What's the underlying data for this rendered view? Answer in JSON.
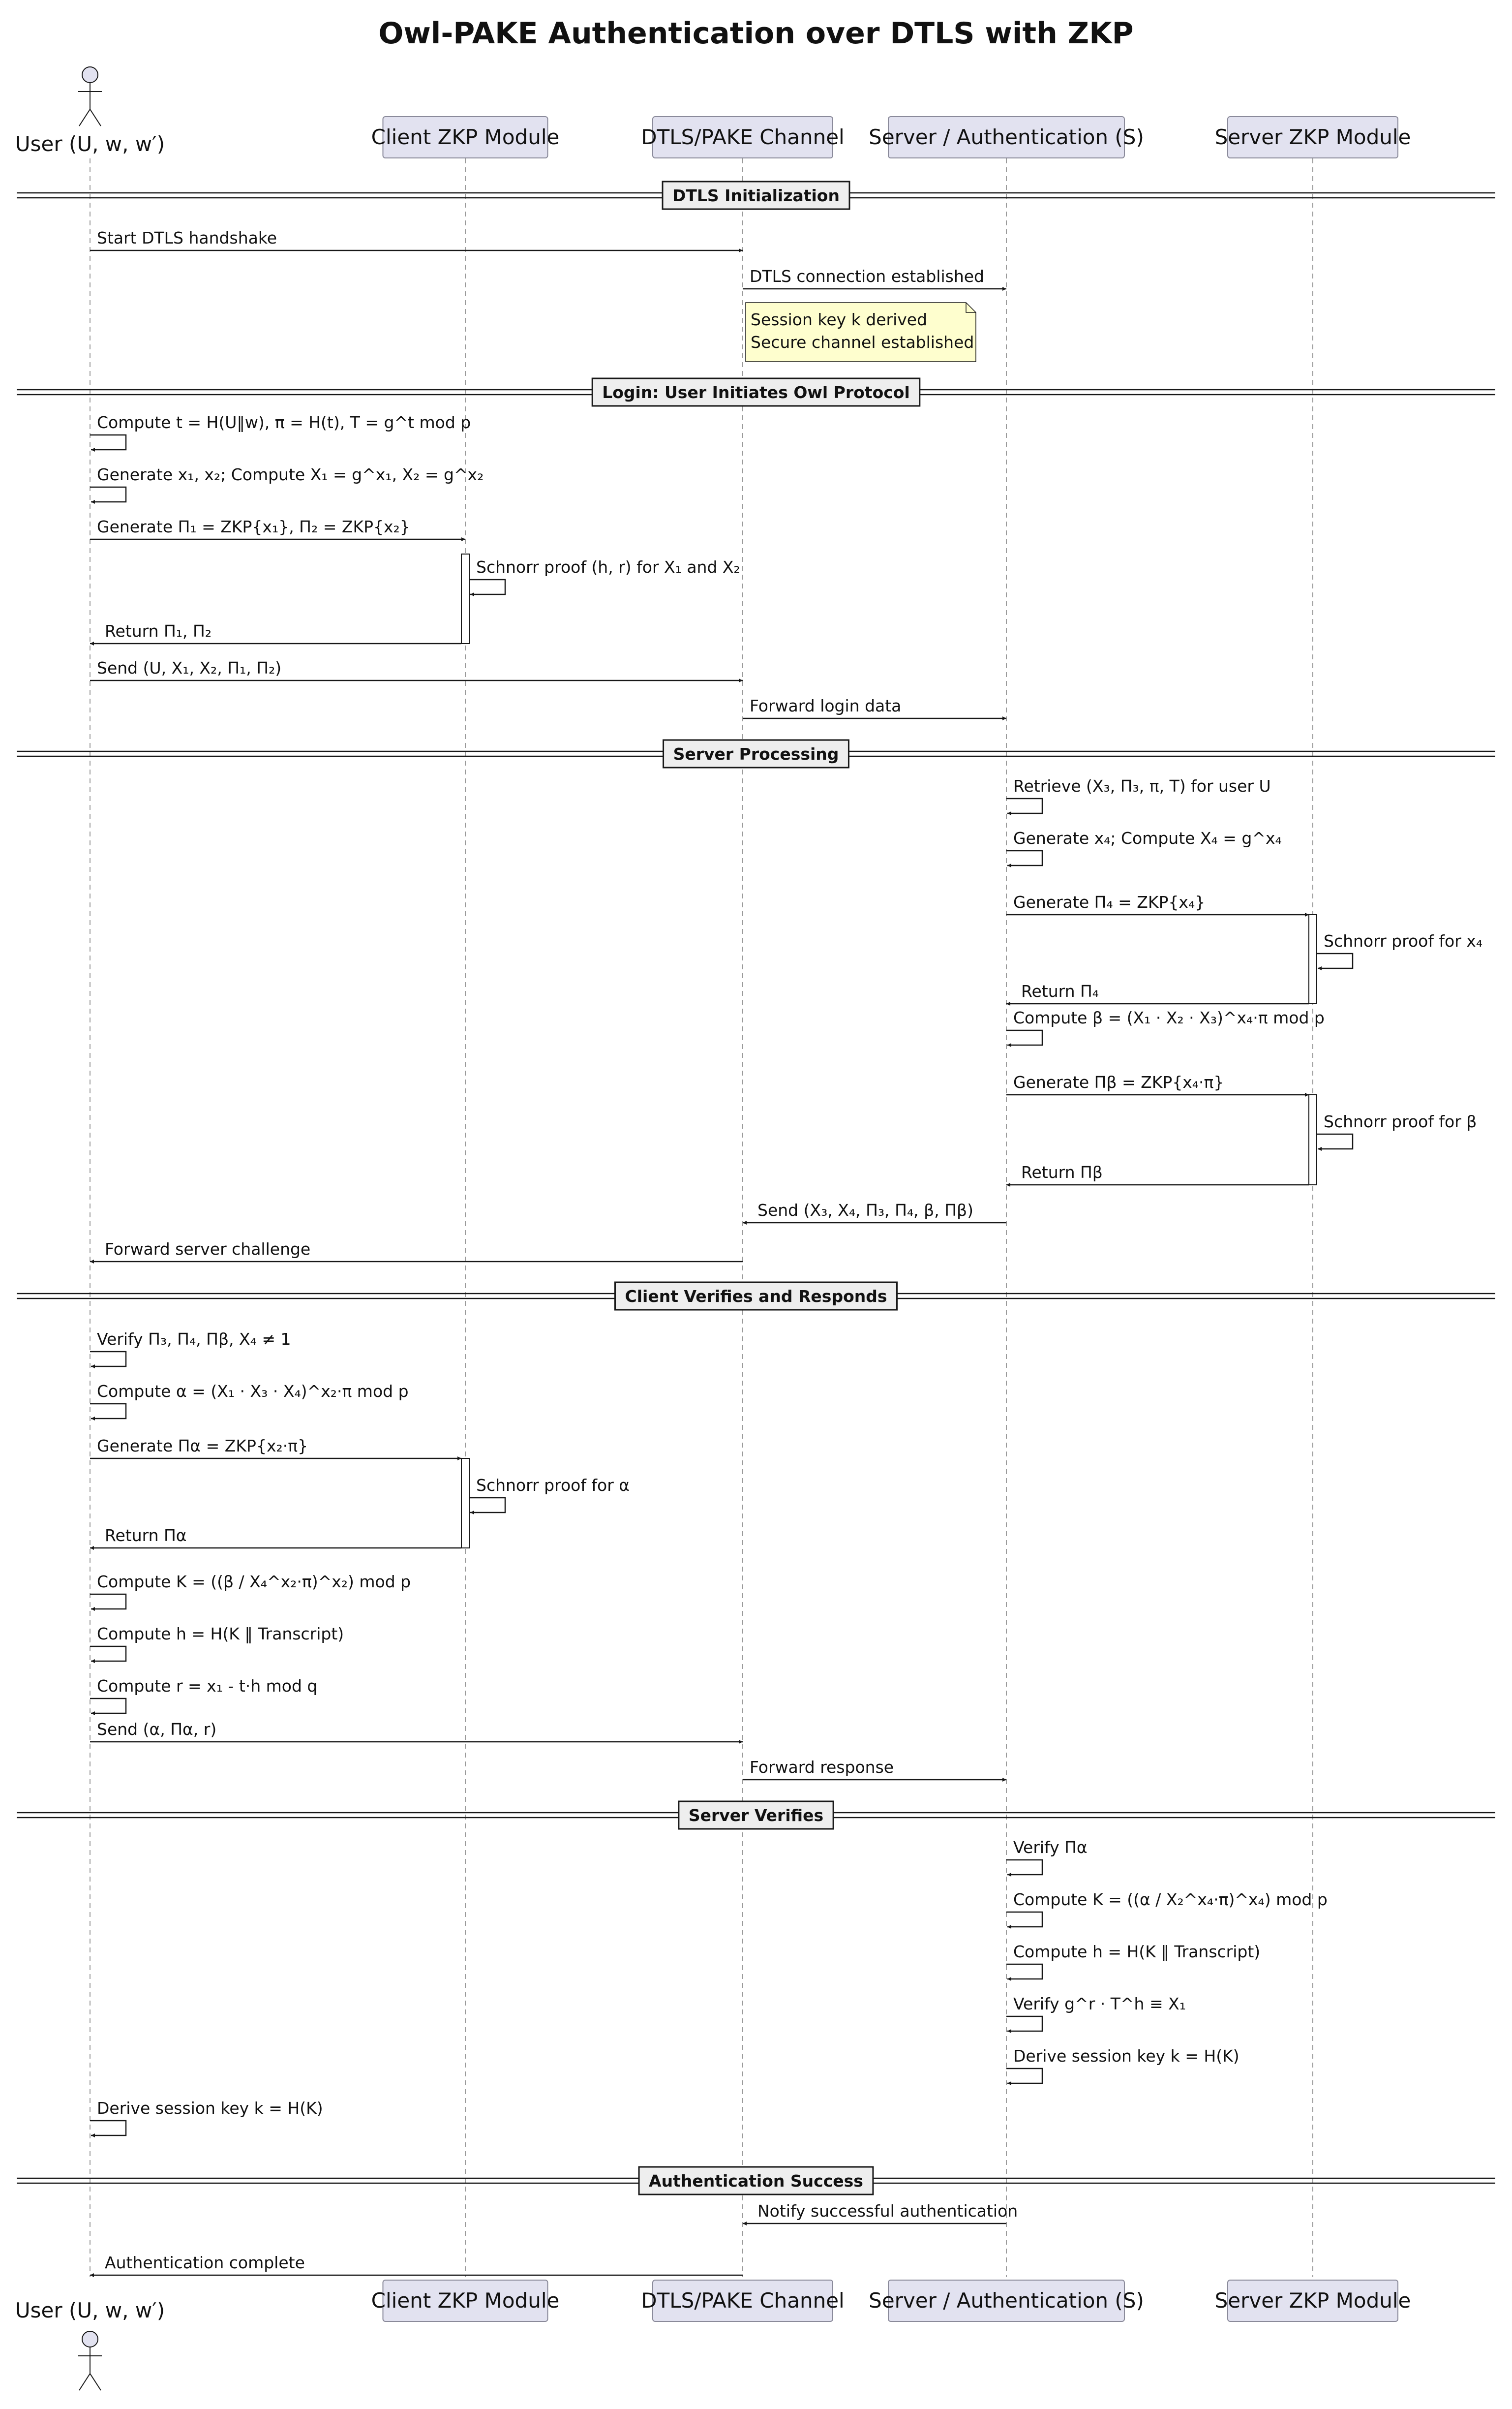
{
  "title": "Owl-PAKE Authentication over DTLS with ZKP",
  "participants": [
    {
      "id": "U",
      "label": "User (U, w, w′)",
      "kind": "actor"
    },
    {
      "id": "CZ",
      "label": "Client ZKP Module",
      "kind": "box"
    },
    {
      "id": "CH",
      "label": "DTLS/PAKE Channel",
      "kind": "box"
    },
    {
      "id": "S",
      "label": "Server / Authentication (S)",
      "kind": "box"
    },
    {
      "id": "SZ",
      "label": "Server ZKP Module",
      "kind": "box"
    }
  ],
  "sections": [
    "DTLS Initialization",
    "Login: User Initiates Owl Protocol",
    "Server Processing",
    "Client Verifies and Responds",
    "Server Verifies",
    "Authentication Success"
  ],
  "note_lines": [
    "Session key k derived",
    "Secure channel established"
  ],
  "messages": [
    {
      "from": "U",
      "to": "CH",
      "text": "Start DTLS handshake"
    },
    {
      "from": "CH",
      "to": "S",
      "text": "DTLS connection established"
    },
    {
      "from": "U",
      "to": "U",
      "text": "Compute t = H(U‖w), π = H(t), T = g^t mod p"
    },
    {
      "from": "U",
      "to": "U",
      "text": "Generate x₁, x₂; Compute X₁ = g^x₁, X₂ = g^x₂"
    },
    {
      "from": "U",
      "to": "CZ",
      "text": "Generate Π₁ = ZKP{x₁}, Π₂ = ZKP{x₂}"
    },
    {
      "from": "CZ",
      "to": "CZ",
      "text": "Schnorr proof (h, r) for X₁ and X₂"
    },
    {
      "from": "CZ",
      "to": "U",
      "text": "Return Π₁, Π₂"
    },
    {
      "from": "U",
      "to": "CH",
      "text": "Send (U, X₁, X₂, Π₁, Π₂)"
    },
    {
      "from": "CH",
      "to": "S",
      "text": "Forward login data"
    },
    {
      "from": "S",
      "to": "S",
      "text": "Retrieve (X₃, Π₃, π, T) for user U"
    },
    {
      "from": "S",
      "to": "S",
      "text": "Generate x₄; Compute X₄ = g^x₄"
    },
    {
      "from": "S",
      "to": "SZ",
      "text": "Generate Π₄ = ZKP{x₄}"
    },
    {
      "from": "SZ",
      "to": "SZ",
      "text": "Schnorr proof for x₄"
    },
    {
      "from": "SZ",
      "to": "S",
      "text": "Return Π₄"
    },
    {
      "from": "S",
      "to": "S",
      "text": "Compute β = (X₁ · X₂ · X₃)^x₄·π mod p"
    },
    {
      "from": "S",
      "to": "SZ",
      "text": "Generate Πβ = ZKP{x₄·π}"
    },
    {
      "from": "SZ",
      "to": "SZ",
      "text": "Schnorr proof for β"
    },
    {
      "from": "SZ",
      "to": "S",
      "text": "Return Πβ"
    },
    {
      "from": "S",
      "to": "CH",
      "text": "Send (X₃, X₄, Π₃, Π₄, β, Πβ)"
    },
    {
      "from": "CH",
      "to": "U",
      "text": "Forward server challenge"
    },
    {
      "from": "U",
      "to": "U",
      "text": "Verify Π₃, Π₄, Πβ, X₄ ≠ 1"
    },
    {
      "from": "U",
      "to": "U",
      "text": "Compute α = (X₁ · X₃ · X₄)^x₂·π mod p"
    },
    {
      "from": "U",
      "to": "CZ",
      "text": "Generate Πα = ZKP{x₂·π}"
    },
    {
      "from": "CZ",
      "to": "CZ",
      "text": "Schnorr proof for α"
    },
    {
      "from": "CZ",
      "to": "U",
      "text": "Return Πα"
    },
    {
      "from": "U",
      "to": "U",
      "text": "Compute K = ((β / X₄^x₂·π)^x₂) mod p"
    },
    {
      "from": "U",
      "to": "U",
      "text": "Compute h = H(K ‖ Transcript)"
    },
    {
      "from": "U",
      "to": "U",
      "text": "Compute r = x₁ - t·h mod q"
    },
    {
      "from": "U",
      "to": "CH",
      "text": "Send (α, Πα, r)"
    },
    {
      "from": "CH",
      "to": "S",
      "text": "Forward response"
    },
    {
      "from": "S",
      "to": "S",
      "text": "Verify Πα"
    },
    {
      "from": "S",
      "to": "S",
      "text": "Compute K = ((α / X₂^x₄·π)^x₄) mod p"
    },
    {
      "from": "S",
      "to": "S",
      "text": "Compute h = H(K ‖ Transcript)"
    },
    {
      "from": "S",
      "to": "S",
      "text": "Verify g^r · T^h ≡ X₁"
    },
    {
      "from": "S",
      "to": "S",
      "text": "Derive session key k = H(K)"
    },
    {
      "from": "U",
      "to": "U",
      "text": "Derive session key k = H(K)"
    },
    {
      "from": "S",
      "to": "CH",
      "text": "Notify successful authentication"
    },
    {
      "from": "CH",
      "to": "U",
      "text": "Authentication complete"
    }
  ]
}
